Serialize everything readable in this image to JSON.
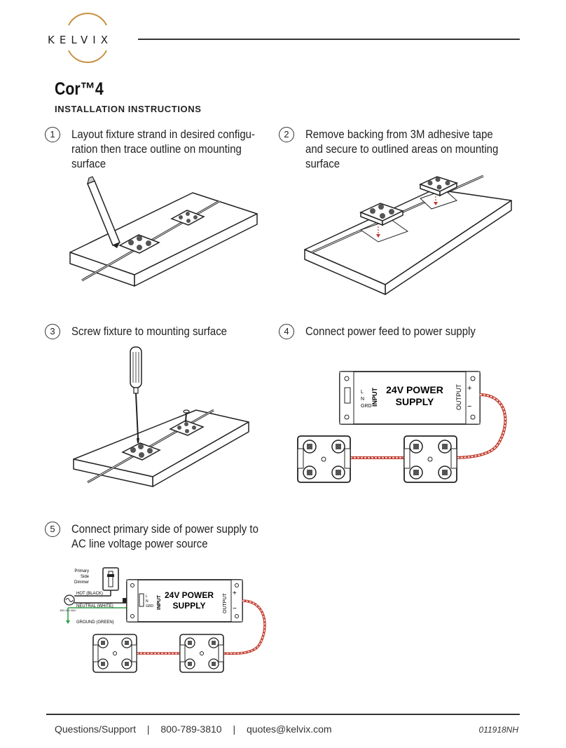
{
  "header": {
    "logo_text": "KELVIX",
    "product_title": "Cor™4",
    "subtitle": "INSTALLATION INSTRUCTIONS"
  },
  "steps": [
    {
      "number": "1",
      "text": "Layout fixture strand in desired configu-\nration then trace outline on mounting\nsurface"
    },
    {
      "number": "2",
      "text": "Remove backing from 3M adhesive tape\nand secure to outlined areas on mounting\nsurface"
    },
    {
      "number": "3",
      "text": "Screw fixture to mounting surface"
    },
    {
      "number": "4",
      "text": "Connect power feed to power supply"
    },
    {
      "number": "5",
      "text": "Connect primary side of power supply to\nAC line voltage power source"
    }
  ],
  "diagram4": {
    "supply_label_line1": "24V POWER",
    "supply_label_line2": "SUPPLY",
    "input_label": "INPUT",
    "output_label": "OUTPUT",
    "terminal_l": "L",
    "terminal_n": "N",
    "terminal_grd": "GRD",
    "plus": "+",
    "minus": "−"
  },
  "diagram5": {
    "supply_label_line1": "24V POWER",
    "supply_label_line2": "SUPPLY",
    "input_label": "INPUT",
    "output_label": "OUTPUT",
    "terminal_l": "L",
    "terminal_n": "N",
    "terminal_grd": "GRD",
    "plus": "+",
    "minus": "−",
    "dimmer_line1": "Primary",
    "dimmer_line2": "Side",
    "dimmer_line3": "Dimmer",
    "hot_label": "HOT (BLACK)",
    "neutral_label": "NEUTRAL (WHITE)",
    "voltage_label": "100-120 VAC",
    "ground_label": "GROUND (GREEN)"
  },
  "footer": {
    "support_label": "Questions/Support",
    "separator": "|",
    "phone": "800-789-3810",
    "email": "quotes@kelvix.com",
    "doc_code": "011918NH"
  },
  "colors": {
    "wire_red": "#c0392b",
    "ground_green": "#2e9e44",
    "line": "#222222"
  }
}
